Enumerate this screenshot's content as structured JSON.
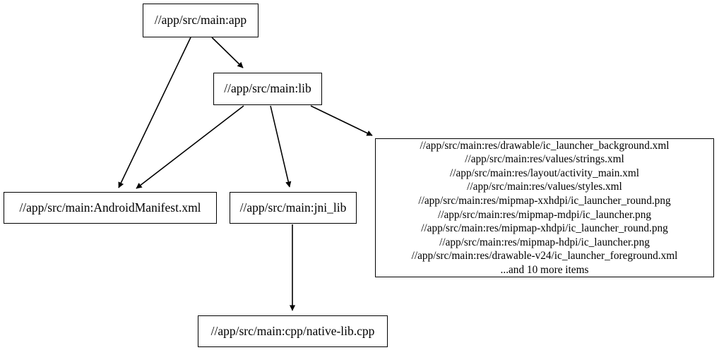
{
  "graph": {
    "type": "directed-dependency-graph",
    "background_color": "#ffffff",
    "node_fill": "#ffffff",
    "node_border_color": "#000000",
    "text_color": "#000000",
    "edge_color": "#000000",
    "nodes": [
      {
        "id": "app",
        "label": "//app/src/main:app"
      },
      {
        "id": "lib",
        "label": "//app/src/main:lib"
      },
      {
        "id": "manifest",
        "label": "//app/src/main:AndroidManifest.xml"
      },
      {
        "id": "jni",
        "label": "//app/src/main:jni_lib"
      },
      {
        "id": "cpp",
        "label": "//app/src/main:cpp/native-lib.cpp"
      },
      {
        "id": "res",
        "lines": [
          "//app/src/main:res/drawable/ic_launcher_background.xml",
          "//app/src/main:res/values/strings.xml",
          "//app/src/main:res/layout/activity_main.xml",
          "//app/src/main:res/values/styles.xml",
          "//app/src/main:res/mipmap-xxhdpi/ic_launcher_round.png",
          "//app/src/main:res/mipmap-mdpi/ic_launcher.png",
          "//app/src/main:res/mipmap-xhdpi/ic_launcher_round.png",
          "//app/src/main:res/mipmap-hdpi/ic_launcher.png",
          "//app/src/main:res/drawable-v24/ic_launcher_foreground.xml",
          "...and 10 more items"
        ],
        "overflow_note": "...and 10 more items",
        "overflow_count": 10
      }
    ],
    "edges": [
      {
        "from": "app",
        "to": "manifest"
      },
      {
        "from": "app",
        "to": "lib"
      },
      {
        "from": "lib",
        "to": "manifest"
      },
      {
        "from": "lib",
        "to": "jni"
      },
      {
        "from": "lib",
        "to": "res"
      },
      {
        "from": "jni",
        "to": "cpp"
      }
    ]
  }
}
